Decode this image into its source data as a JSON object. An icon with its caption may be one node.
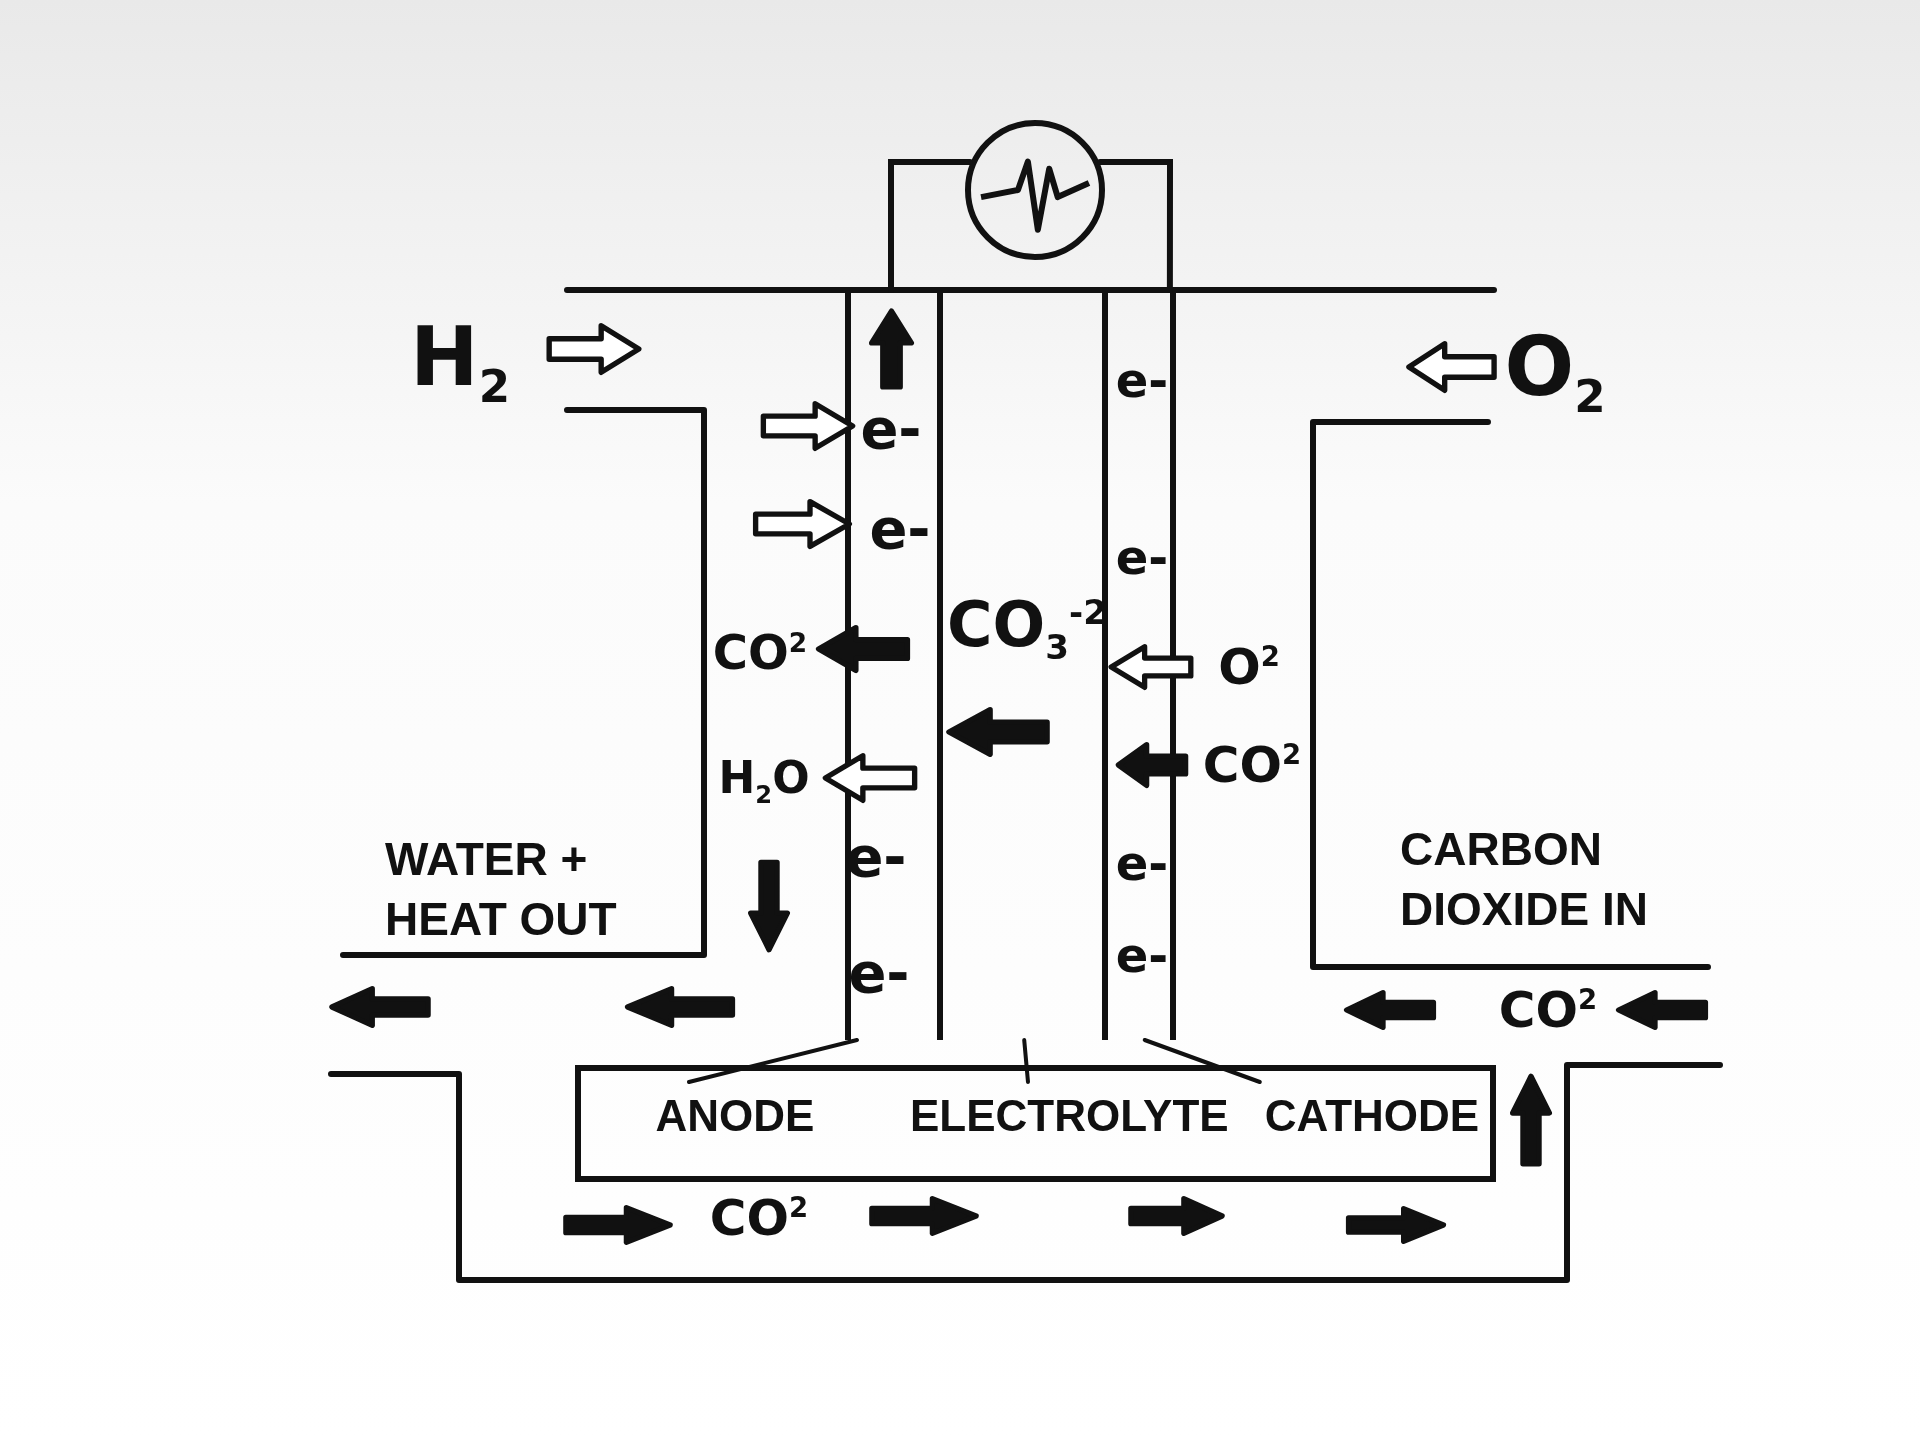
{
  "diagram": {
    "nodes": [
      {
        "text": [],
        "shape": "circle"
      },
      {
        "text": [],
        "shape": "bar"
      },
      {
        "text": [],
        "shape": "bar"
      },
      {
        "text": [],
        "shape": "bar"
      },
      {
        "text": [],
        "shape": "box"
      },
      {
        "text": [
          "ANODE"
        ],
        "in": 4
      },
      {
        "text": [
          "ELECTROLYTE"
        ],
        "in": 4
      },
      {
        "text": [
          "CATHODE"
        ],
        "in": 4
      }
    ],
    "edges": [
      {
        "from": 1,
        "to": 0,
        "arrow": "none"
      },
      {
        "from": 0,
        "to": 3,
        "arrow": "none"
      },
      {
        "from": 5,
        "to": 1,
        "arrow": "none"
      },
      {
        "from": 6,
        "to": 2,
        "arrow": "none"
      },
      {
        "from": 7,
        "to": 3,
        "arrow": "none"
      }
    ],
    "labels": [
      "H$_{2}$",
      "O$_{2}$",
      "e-",
      "e-",
      "e-",
      "e-",
      "CO$_{3}$$^{-2}$",
      "CO$^{2}$",
      "O$^{2}$",
      "H$_{2}$O",
      "CO$^{2}$",
      "e-",
      "e-",
      "WATER + HEAT OUT",
      "CARBON DIOXIDE IN",
      "e-",
      "e-",
      "CO$^{2}$",
      "CO$^{2}$"
    ]
  }
}
